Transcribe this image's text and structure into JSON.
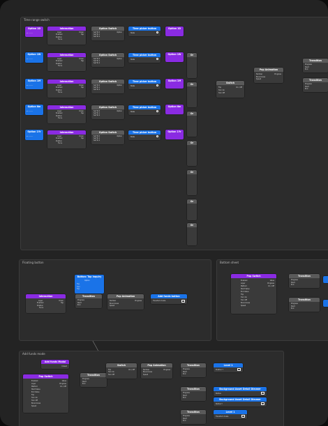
{
  "groups": {
    "time_range": "Time range switch",
    "floating": "Floating button",
    "bottom_sheet": "Bottom sheet",
    "add_funds": "Add funds mode"
  },
  "time_range": {
    "options": [
      {
        "label": "Option 1D"
      },
      {
        "label": "Option 1W"
      },
      {
        "label": "Option 1M"
      },
      {
        "label": "Option 6m"
      },
      {
        "label": "Option 1Yr"
      }
    ],
    "selected": [
      {
        "label": "Option 1D"
      },
      {
        "label": "Option 1W"
      },
      {
        "label": "Option 1M"
      },
      {
        "label": "Option 6m"
      },
      {
        "label": "Option 1Yr"
      }
    ],
    "interaction_title": "Interaction",
    "interaction_lines": [
      "Layer",
      "Enabled",
      "Position",
      "Force"
    ],
    "interaction_outs": [
      "Down",
      "Tap",
      "Position",
      "Force"
    ],
    "option_switch_title": "Option Switch",
    "option_switch_lines": [
      "Set To 0",
      "Set To 1",
      "Set To 2"
    ],
    "option_switch_out": "Option",
    "time_picker_title": "Time picker button",
    "time_picker_line": "State",
    "or_label": "Or",
    "switch_title": "Switch",
    "switch_lines": [
      "Flip",
      "Turn On",
      "Turn Off"
    ],
    "switch_out": "On / Off",
    "pop_title": "Pop Animation",
    "pop_lines": [
      "Number",
      "Bounciness",
      "Speed"
    ],
    "pop_out": "Progress",
    "transition_title": "Transition",
    "transition_lines": [
      "Progress",
      "Start",
      "End"
    ]
  },
  "floating": {
    "interaction_title": "Interaction",
    "interaction_lines": [
      "Layer",
      "Enabled",
      "Position",
      "Force"
    ],
    "interaction_outs": [
      "Down",
      "Tap",
      "Position",
      "Force"
    ],
    "button_title": "Button: Tap Inquiry",
    "button_lines": [
      "Flip",
      "Turn",
      "Flip"
    ],
    "button_sub": "Option",
    "transition_title": "Transition",
    "transition_lines": [
      "Progress",
      "Start",
      "End"
    ],
    "pop_title": "Pop Animation",
    "pop_lines": [
      "Number",
      "Bounciness",
      "Speed"
    ],
    "pop_out": "Progress",
    "funds_title": "Add funds button",
    "funds_line": "Transform Scale"
  },
  "bottom_sheet": {
    "pop_title": "Pop Switch",
    "pop_lines": [
      "Enabled",
      "Layer",
      "Method",
      "Start Value",
      "End Value",
      "Flip",
      "Turn On",
      "Turn Off",
      "Bounciness",
      "Speed"
    ],
    "pop_outs": [
      "Value",
      "Progress",
      "On / Off"
    ],
    "transition_title": "Transition",
    "transition_lines": [
      "Progress",
      "Start",
      "End"
    ]
  },
  "add_funds": {
    "modal_title": "Add funds Modal",
    "modal_line": "Closed",
    "switch_title": "Switch",
    "switch_lines": [
      "Flip",
      "Turn On",
      "Turn Off"
    ],
    "switch_out": "On / Off",
    "pop_title": "Pop Animation",
    "pop_lines": [
      "Number",
      "Bounciness",
      "Speed"
    ],
    "pop_out": "Progress",
    "pop_switch_title": "Pop Switch",
    "pop_switch_lines": [
      "Enabled",
      "Layer",
      "Method",
      "Start Value",
      "End Value",
      "Flip",
      "Turn On",
      "Turn Off",
      "Bounciness",
      "Speed"
    ],
    "pop_switch_outs": [
      "Value",
      "Progress",
      "On / Off"
    ],
    "transition_title": "Transition",
    "transition_lines": [
      "Progress",
      "Start",
      "End"
    ],
    "level1_title": "Level 1",
    "level1_line": "Position Y",
    "bg_title": "Background Asset Detail Dimmer",
    "bg_line": "Radius",
    "bg2_title": "Background Asset Detail Dimmer",
    "bg2_line": "Radius Y",
    "level1b_title": "Level 1",
    "level1b_line": "Transform Scale"
  },
  "colors": {
    "purple": "#8a2be2",
    "blue": "#1a73e8",
    "gray_header": "#5a5a5a",
    "canvas": "#232323"
  }
}
